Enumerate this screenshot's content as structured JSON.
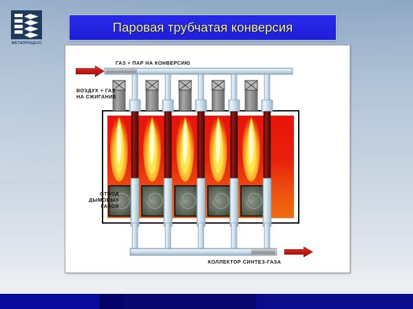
{
  "slide": {
    "background_top_color": "#8ea7c4",
    "background_bottom_color": "#eceef0",
    "bottom_bar_color": "#0a0a9e"
  },
  "logo": {
    "name": "metaprocess-logo",
    "caption": "МЕТАПРОЦЕСС",
    "mark_background": "#1d3a5c",
    "mark_foreground": "#ffffff"
  },
  "title": {
    "text": "Паровая трубчатая конверсия",
    "text_color": "#f2f0a8",
    "box_color": "#2424e0",
    "border_color": "#c7d3e2"
  },
  "diagram": {
    "name": "steam-tube-reformer-schematic",
    "labels": {
      "feed_inlet": "ГАЗ + ПАР НА КОНВЕРСИЮ",
      "combustion_air": "ВОЗДУХ + ГАЗ\nНА СЖИГАНИЕ",
      "combustion_air_line1": "ВОЗДУХ + ГАЗ",
      "combustion_air_line2": "НА СЖИГАНИЕ",
      "flue_gas_line1": "ОТВОД",
      "flue_gas_line2": "ДЫМОВЫХ",
      "flue_gas_line3": "ГАЗОВ",
      "syngas_collector": "КОЛЛЕКТОР СИНТЕЗ-ГАЗА"
    },
    "colors": {
      "furnace_hot_top": "#e7140a",
      "furnace_hot_bottom": "#f06a11",
      "flame": "#ffe14a",
      "reformer_tube": "#7d1410",
      "pipe": "#c6dced",
      "burner": "#8a8a8a",
      "arrow": "#c41c1c",
      "frame": "#1a1a1a",
      "smoke_box": "#5d665c"
    },
    "counts": {
      "reformer_tubes": 5,
      "burners": 5,
      "flames": 5,
      "flue_gas_boxes": 5
    },
    "arrows": {
      "inlet_direction": "right",
      "outlet_direction": "right"
    }
  }
}
